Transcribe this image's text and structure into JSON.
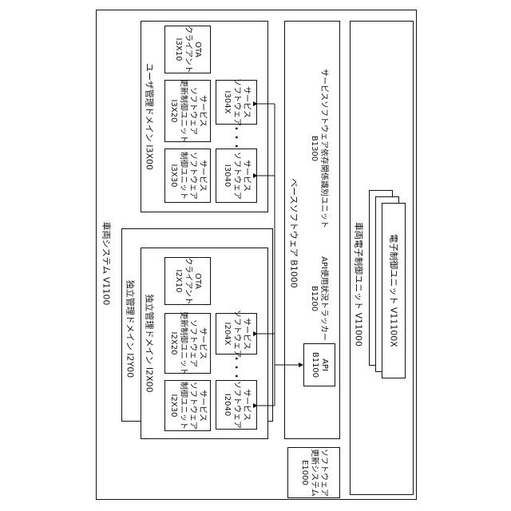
{
  "vehicle_system": "車両システム V1100",
  "software_update_system": [
    "ソフトウェア",
    "更新システム",
    "E1000"
  ],
  "independent_domain_outer": "独立管理ドメイン I2Y00",
  "independent_domain": {
    "title": "独立管理ドメイン I2X00",
    "ota": [
      "OTA",
      "クライアント",
      "I2X10"
    ],
    "update_unit": [
      "サービス",
      "ソフトウェア",
      "更新制御ユニット",
      "I2X20"
    ],
    "control_unit": [
      "サービス",
      "ソフトウェア",
      "制御ユニット",
      "I2X30"
    ],
    "sw_a": [
      "サービス",
      "ソフトウェア",
      "I204X"
    ],
    "sw_b": [
      "サービス",
      "ソフトウェア",
      "I2040"
    ],
    "dots": "・・・"
  },
  "user_domain": {
    "title": "ユーザ管理ドメイン I3X00",
    "ota": [
      "OTA",
      "クライアント",
      "I3X10"
    ],
    "update_unit": [
      "サービス",
      "ソフトウェア",
      "更新制御ユニット",
      "I3X20"
    ],
    "control_unit": [
      "サービス",
      "ソフトウェア",
      "制御ユニット",
      "I3X30"
    ],
    "sw_a": [
      "サービス",
      "ソフトウェア",
      "I304X"
    ],
    "sw_b": [
      "サービス",
      "ソフトウェア",
      "I3040"
    ],
    "dots": "・・・"
  },
  "base_software": {
    "title": "ベースソフトウェア B1000",
    "api": [
      "API",
      "B1100"
    ],
    "tracker": [
      "API使用状況トラッカー",
      "B1200"
    ],
    "dependency_unit": [
      "サービスソフトウェア依存関係識別ユニット",
      "B1300"
    ]
  },
  "ecu_group": {
    "title": "車両電子制御ユニット V11000",
    "ecu": "電子制御ユニット V11100X"
  }
}
